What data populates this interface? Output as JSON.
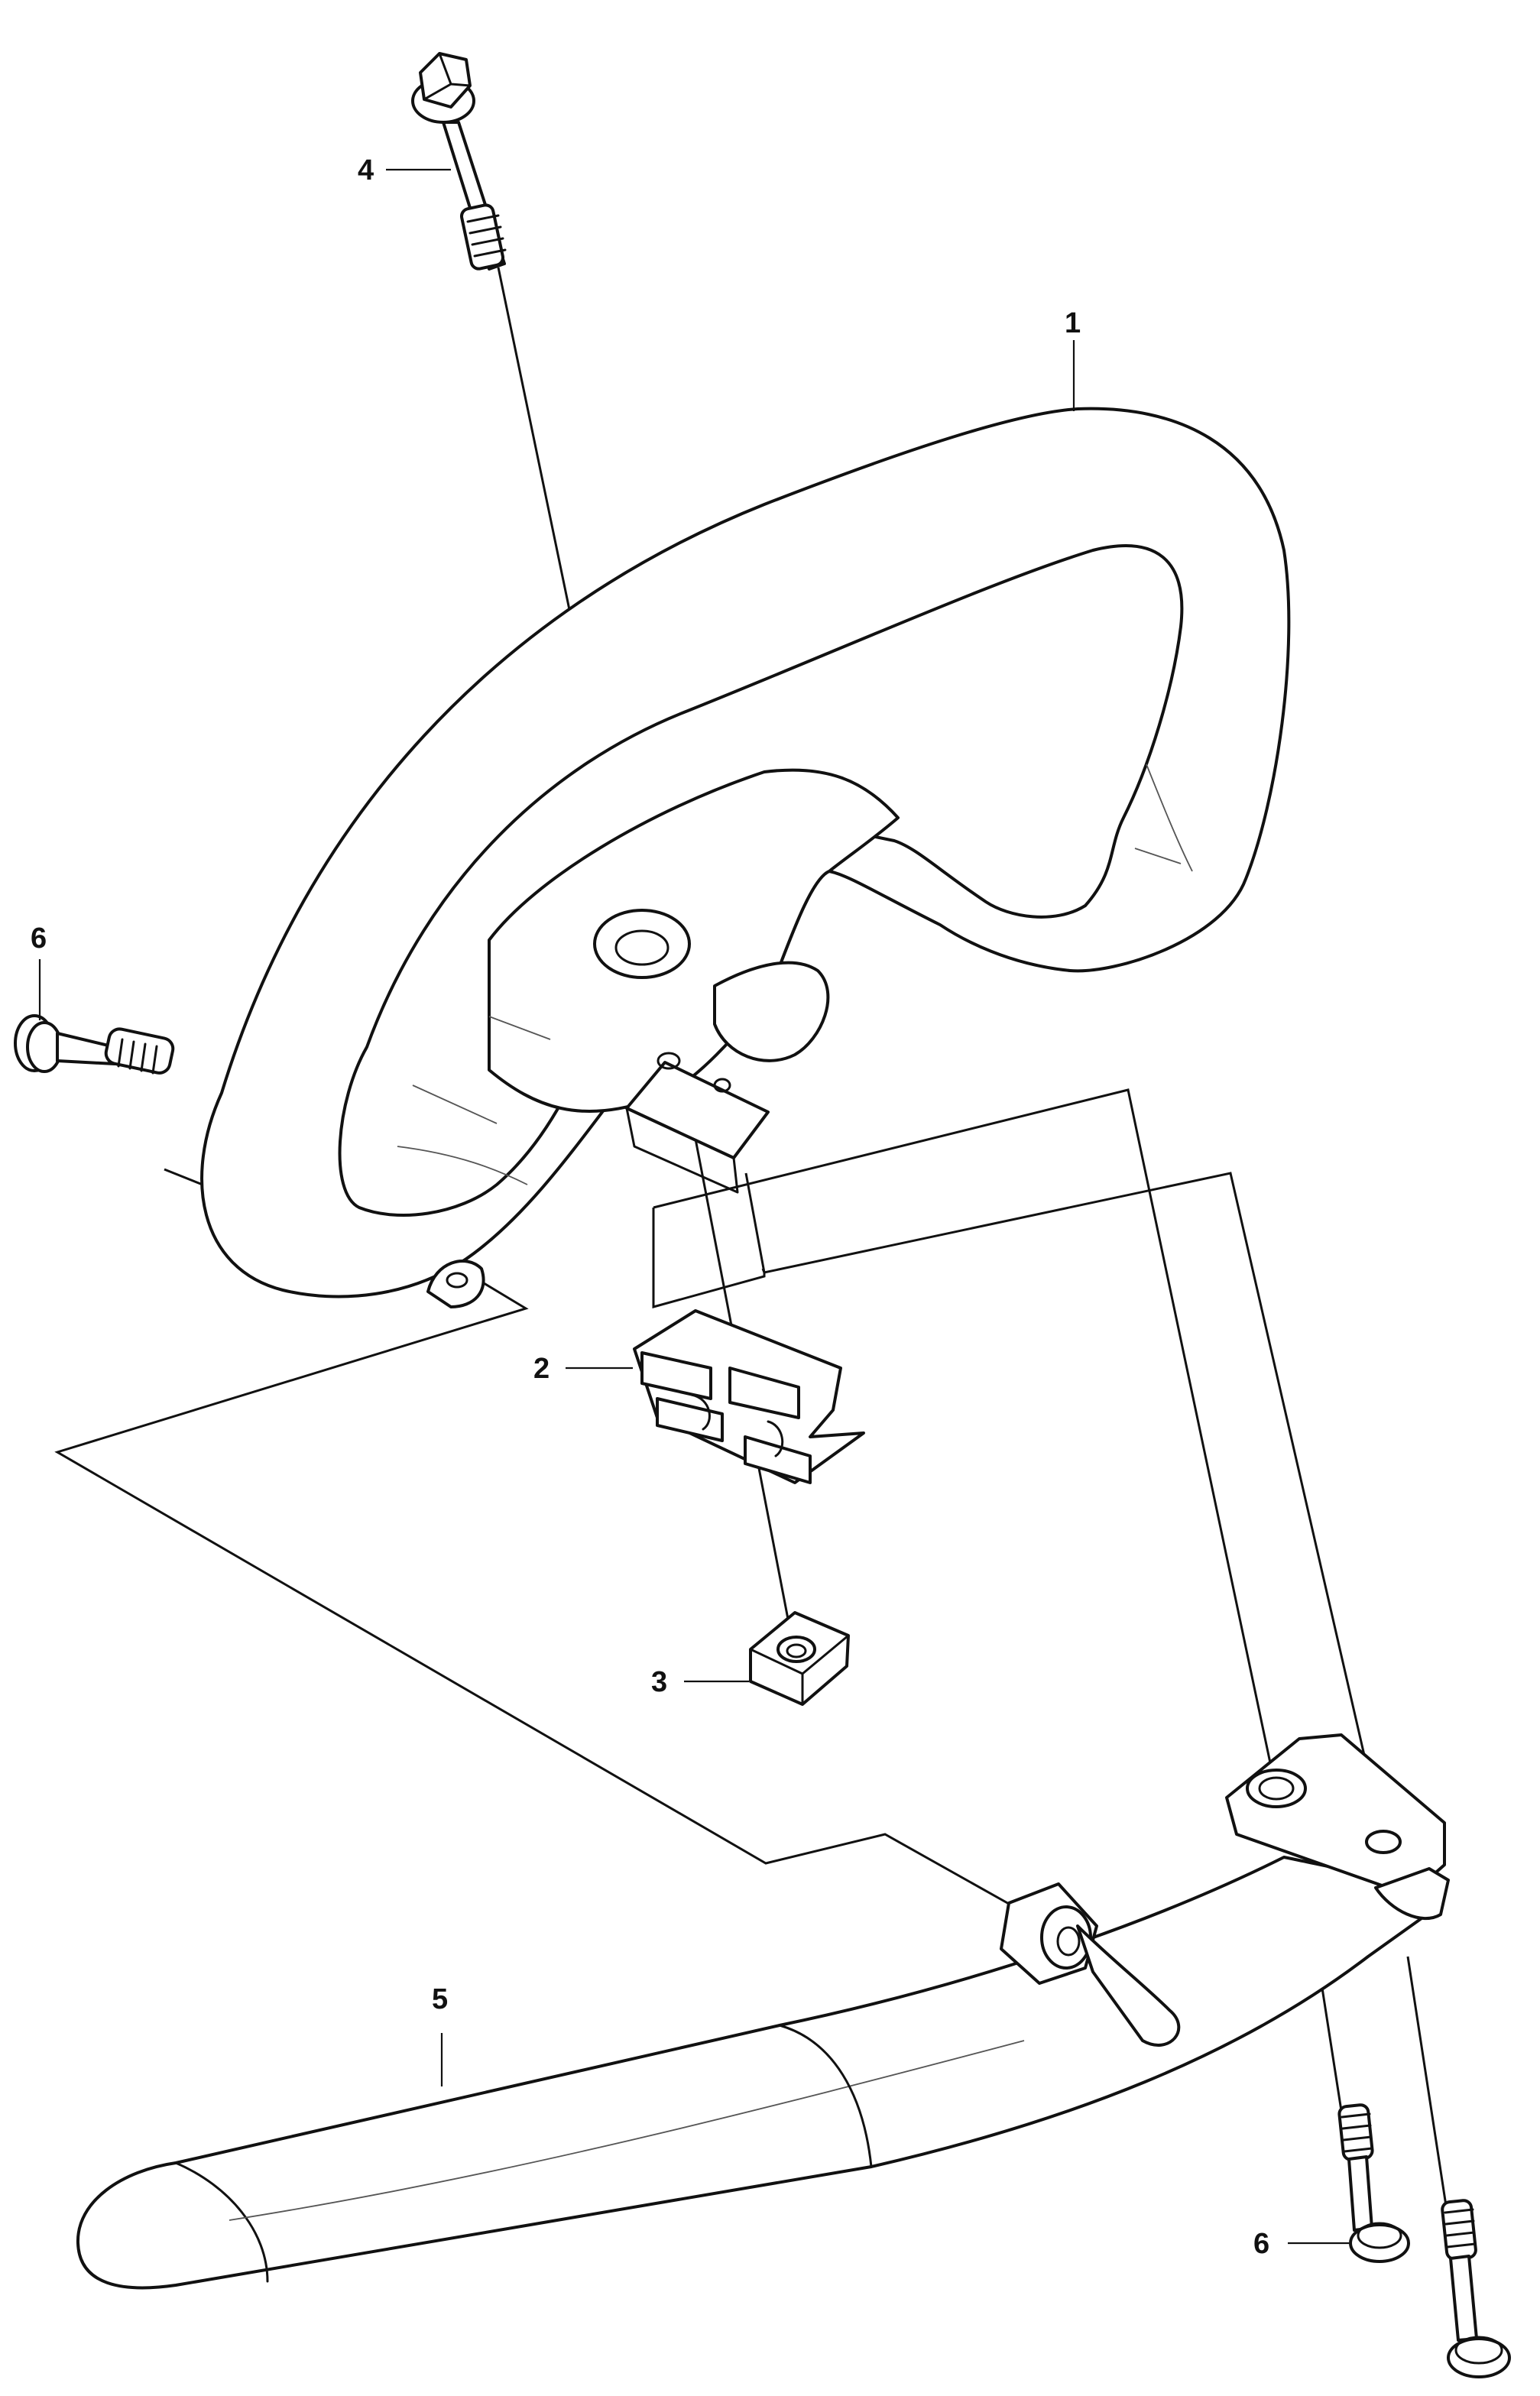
{
  "callouts": [
    {
      "id": "1",
      "label": "1"
    },
    {
      "id": "2",
      "label": "2"
    },
    {
      "id": "3",
      "label": "3"
    },
    {
      "id": "4",
      "label": "4"
    },
    {
      "id": "5",
      "label": "5"
    },
    {
      "id": "6a",
      "label": "6"
    },
    {
      "id": "6b",
      "label": "6"
    }
  ]
}
